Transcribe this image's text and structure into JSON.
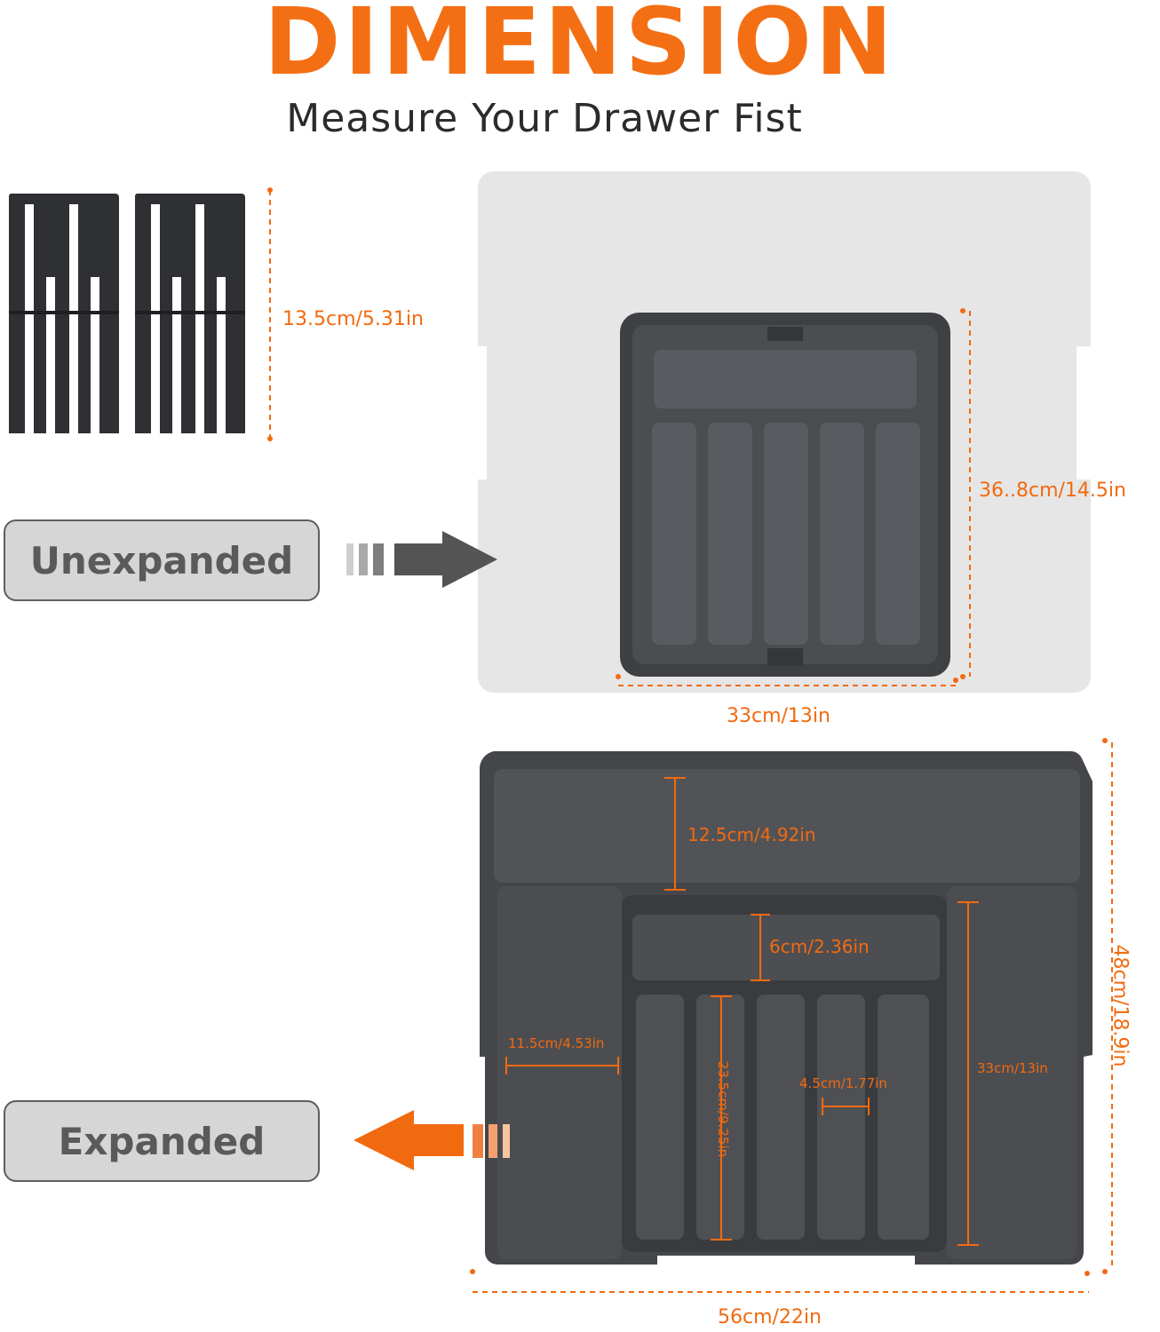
{
  "header": {
    "title": "DIMENSION",
    "subtitle": "Measure Your Drawer Fist"
  },
  "divider_height_label": "13.5cm/5.31in",
  "states": {
    "unexpanded_label": "Unexpanded",
    "expanded_label": "Expanded"
  },
  "unexpanded_dims": {
    "depth": "36..8cm/14.5in",
    "width": "33cm/13in"
  },
  "expanded_dims": {
    "back_compartment": "12.5cm/4.92in",
    "front_tray": "6cm/2.36in",
    "side_width": "11.5cm/4.53in",
    "slot_length": "23.5cm/9.25in",
    "slot_width": "4.5cm/1.77in",
    "inner_length": "33cm/13in",
    "depth": "48cm/18.9in",
    "width": "56cm/22in"
  },
  "colors": {
    "accent": "#f46f14",
    "tray": "#4a4b4f",
    "panel": "#e6e6e6"
  }
}
